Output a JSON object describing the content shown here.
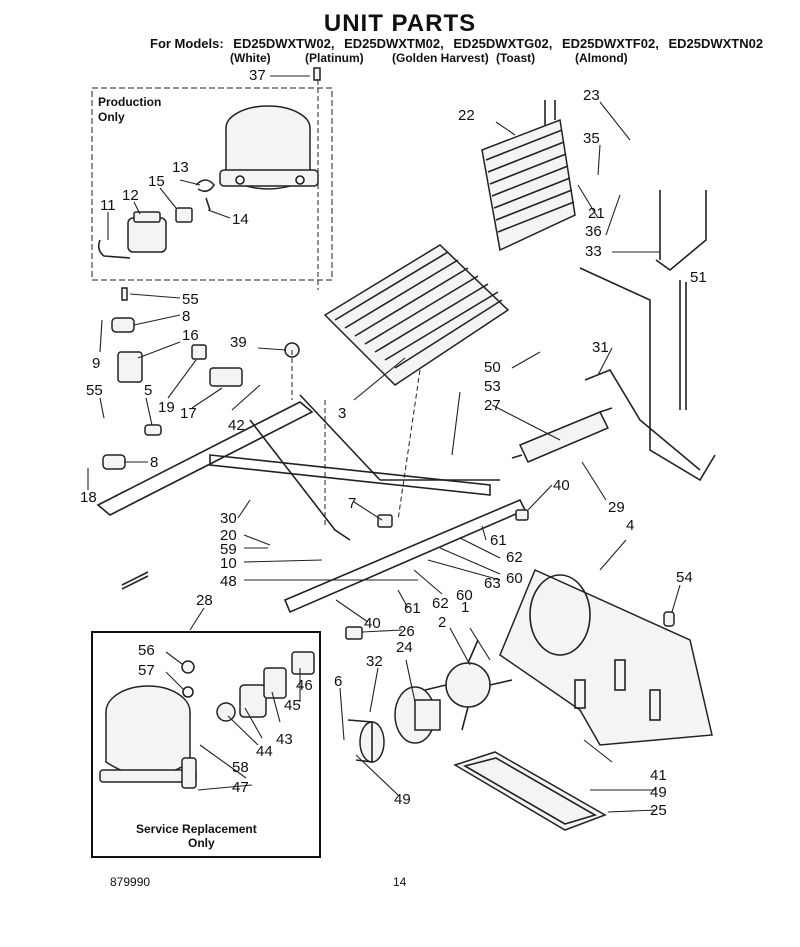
{
  "header": {
    "title": "UNIT PARTS",
    "models_prefix": "For Models:",
    "models": [
      "ED25DWXTW02,",
      "ED25DWXTM02,",
      "ED25DWXTG02,",
      "ED25DWXTF02,",
      "ED25DWXTN02"
    ],
    "colors": [
      "(White)",
      "(Platinum)",
      "(Golden Harvest)",
      "(Toast)",
      "(Almond)"
    ]
  },
  "boxes": {
    "production": [
      "Production",
      "Only"
    ],
    "service": [
      "Service Replacement",
      "Only"
    ]
  },
  "callouts": {
    "c1": "1",
    "c2": "2",
    "c3": "3",
    "c4": "4",
    "c5": "5",
    "c6": "6",
    "c7": "7",
    "c8a": "8",
    "c8b": "8",
    "c9": "9",
    "c10": "10",
    "c11": "11",
    "c12": "12",
    "c13": "13",
    "c14": "14",
    "c15": "15",
    "c16": "16",
    "c17": "17",
    "c18": "18",
    "c19": "19",
    "c20": "20",
    "c21": "21",
    "c22": "22",
    "c23": "23",
    "c24": "24",
    "c25": "25",
    "c26": "26",
    "c27": "27",
    "c28": "28",
    "c29": "29",
    "c30": "30",
    "c31": "31",
    "c32": "32",
    "c33": "33",
    "c35": "35",
    "c36": "36",
    "c37": "37",
    "c39": "39",
    "c40a": "40",
    "c40b": "40",
    "c41": "41",
    "c42": "42",
    "c43": "43",
    "c44": "44",
    "c45": "45",
    "c46": "46",
    "c47": "47",
    "c48": "48",
    "c49a": "49",
    "c49b": "49",
    "c50": "50",
    "c51": "51",
    "c53": "53",
    "c54": "54",
    "c55a": "55",
    "c55b": "55",
    "c56": "56",
    "c57": "57",
    "c58": "58",
    "c59": "59",
    "c60a": "60",
    "c60b": "60",
    "c61a": "61",
    "c61b": "61",
    "c62a": "62",
    "c62b": "62",
    "c63": "63"
  },
  "footer": {
    "doc_number": "879990",
    "page_number": "14"
  }
}
